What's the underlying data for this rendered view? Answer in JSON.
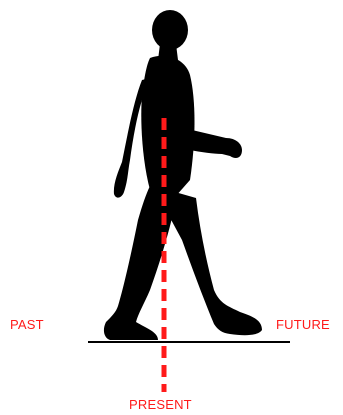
{
  "labels": {
    "past": "PAST",
    "present": "PRESENT",
    "future": "FUTURE"
  },
  "colors": {
    "accent": "#ff1a1a",
    "silhouette": "#000000",
    "background": "#ffffff"
  },
  "figure": {
    "icon": "walking-person-silhouette-icon"
  }
}
